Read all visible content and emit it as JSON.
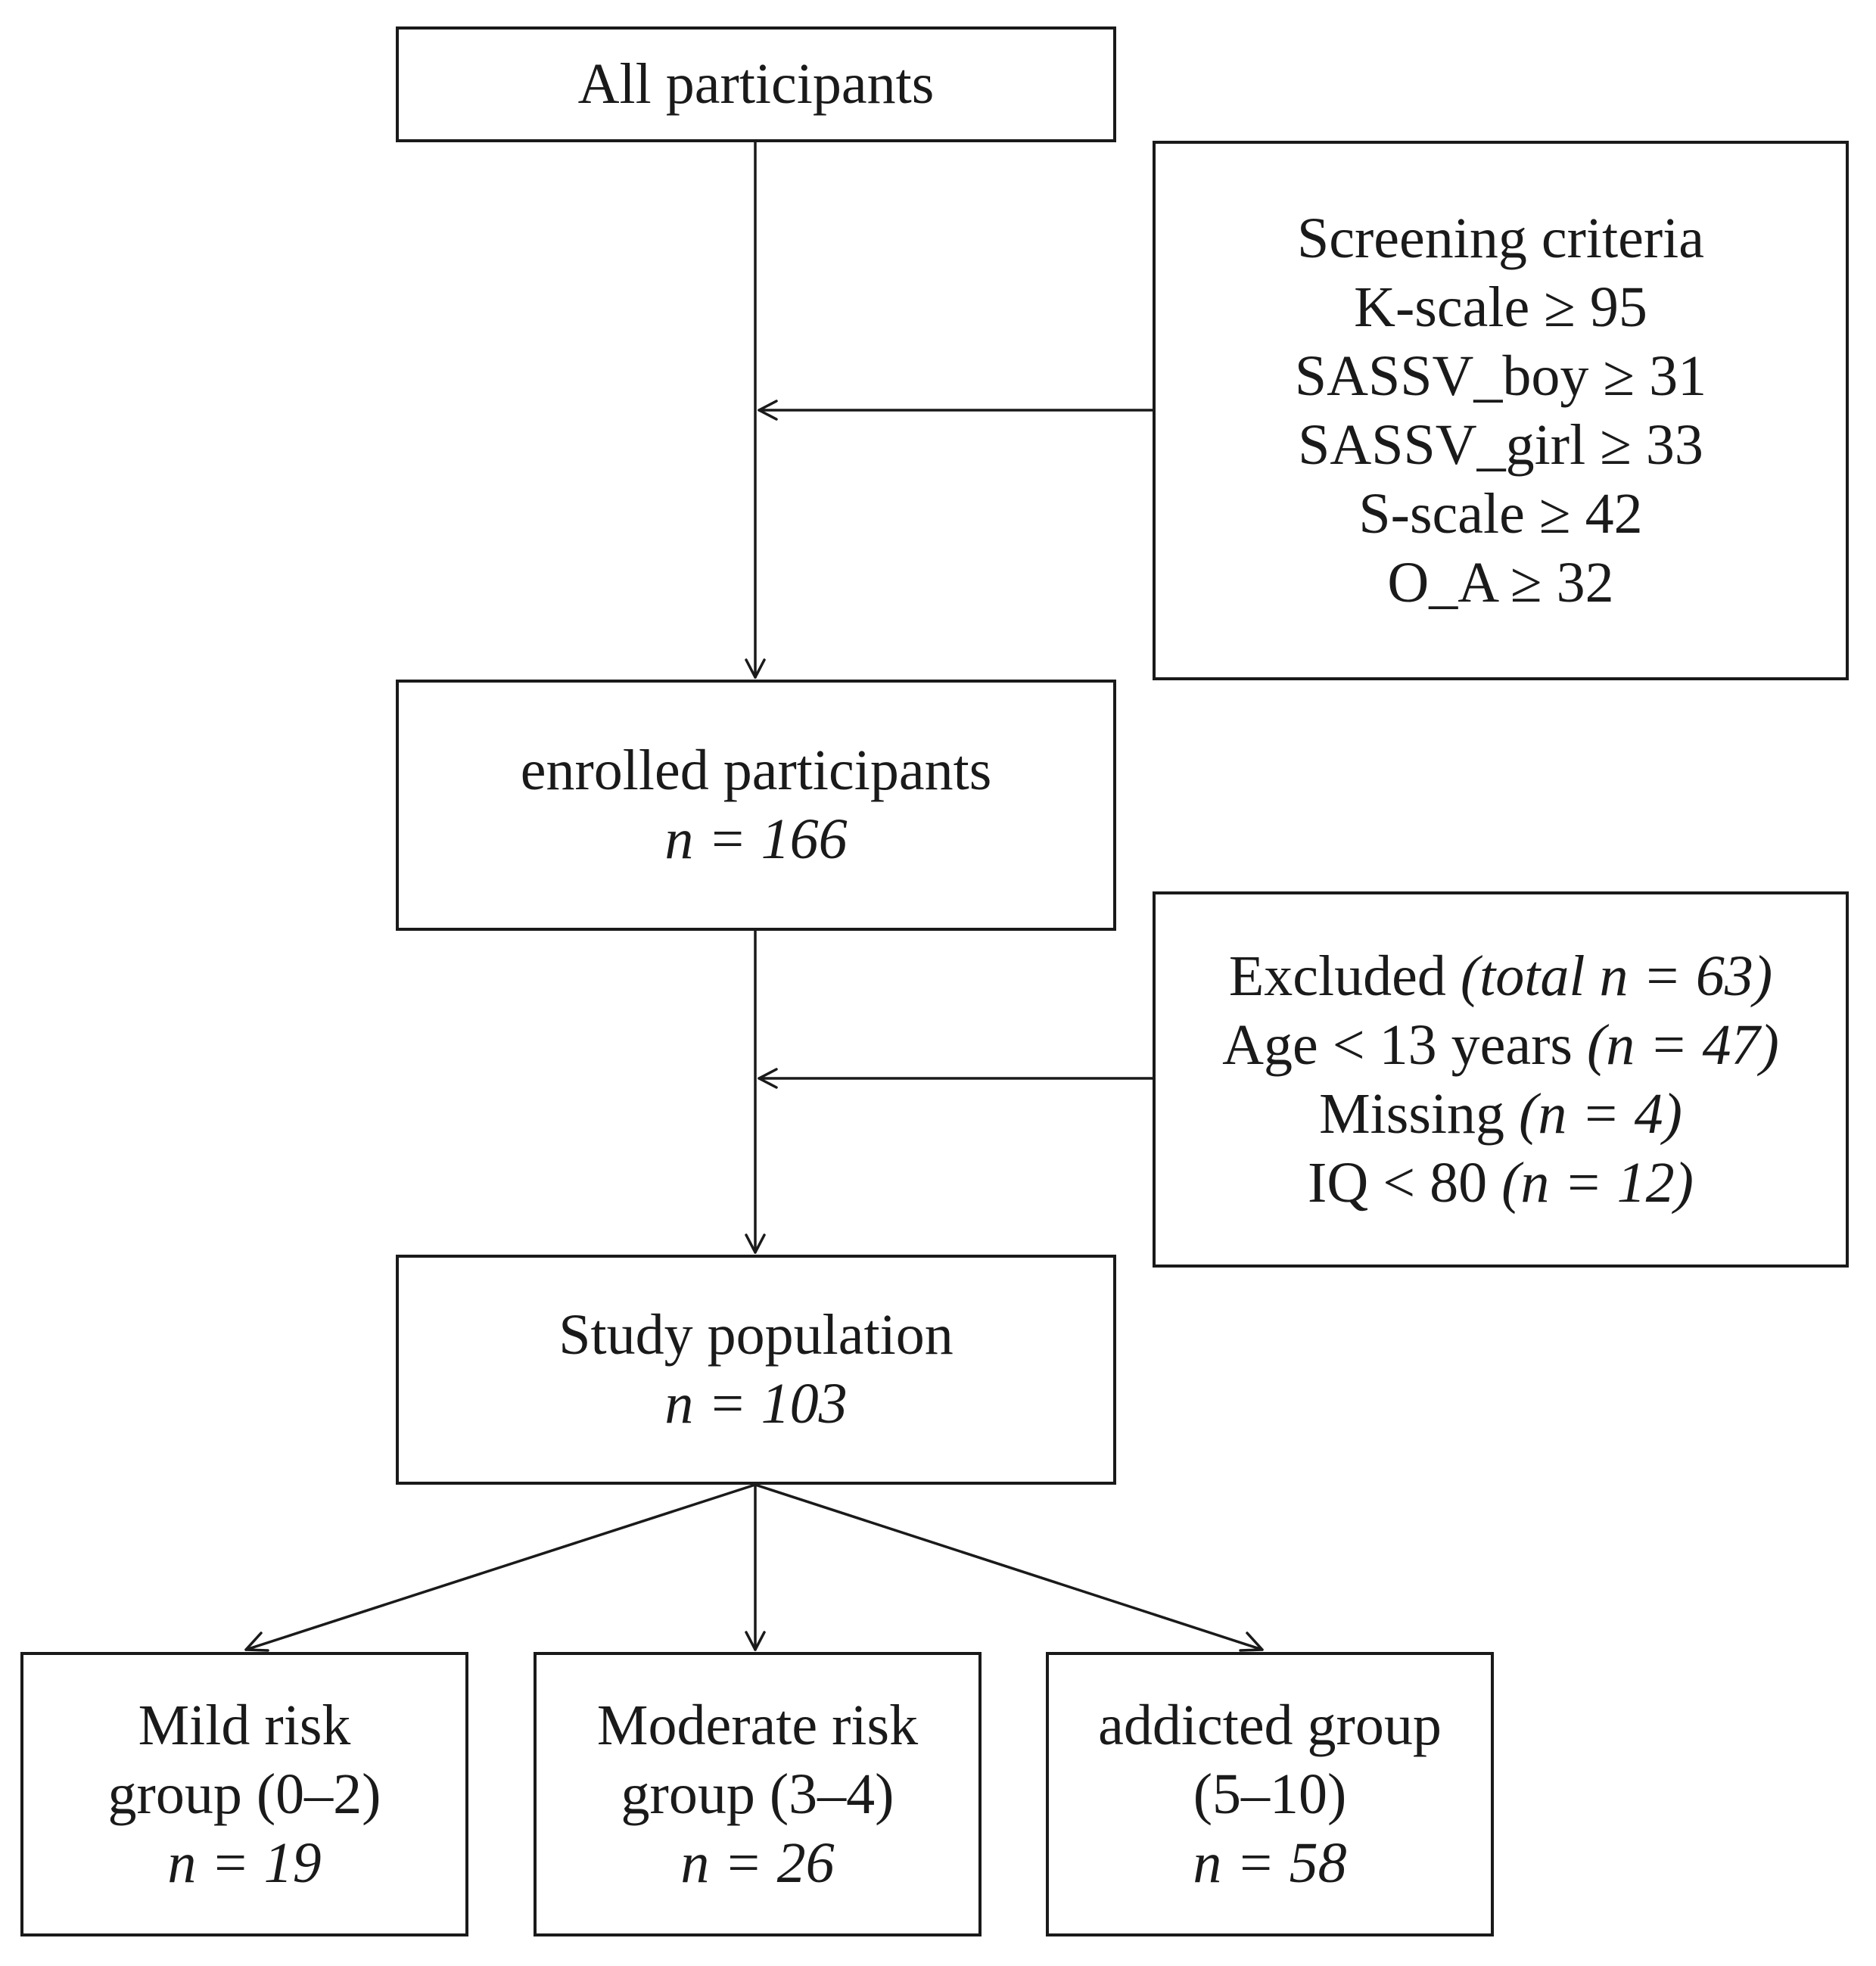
{
  "boxes": {
    "all_participants": {
      "title": "All participants"
    },
    "screening": {
      "title": "Screening criteria",
      "criteria": [
        "K-scale ≥ 95",
        "SASSV_boy ≥ 31",
        "SASSV_girl ≥ 33",
        "S-scale ≥ 42",
        "O_A ≥ 32"
      ]
    },
    "enrolled": {
      "title": "enrolled participants",
      "n": "n = 166"
    },
    "excluded": {
      "title": "Excluded",
      "title_n": "(total n = 63)",
      "items": [
        {
          "label": "Age < 13 years",
          "n": "(n = 47)"
        },
        {
          "label": "Missing ",
          "n": "(n = 4)"
        },
        {
          "label": "IQ < 80",
          "n": "(n = 12)"
        }
      ]
    },
    "study": {
      "title": "Study population",
      "n": "n = 103"
    },
    "mild": {
      "line1": "Mild risk",
      "line2": "group (0–2)",
      "n": "n = 19"
    },
    "moderate": {
      "line1": "Moderate risk",
      "line2": "group (3–4)",
      "n": "n = 26"
    },
    "addicted": {
      "line1": "addicted group",
      "line2": "(5–10)",
      "n": "n = 58"
    }
  }
}
